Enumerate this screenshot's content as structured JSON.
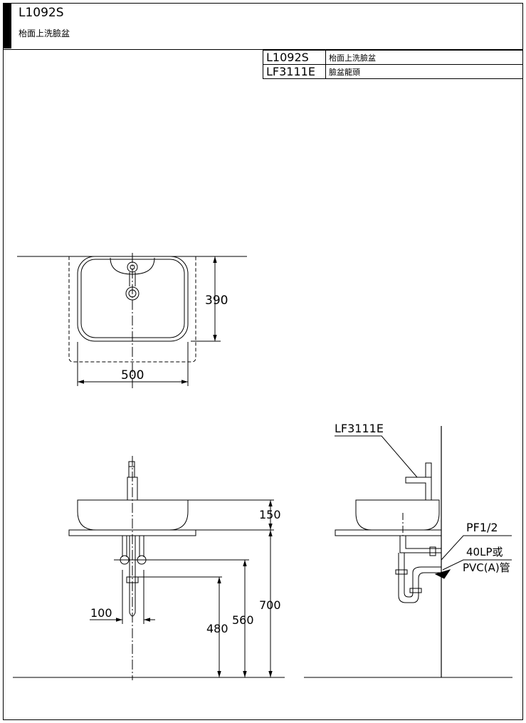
{
  "header": {
    "model": "L1092S",
    "name": "枱面上洗臉盆"
  },
  "parts_table": [
    {
      "code": "L1092S",
      "desc": "枱面上洗臉盆"
    },
    {
      "code": "LF3111E",
      "desc": "臉盆龍頭"
    }
  ],
  "dims": {
    "top_depth": "390",
    "top_width": "500",
    "basin_height": "150",
    "drain_spacing": "100",
    "height_480": "480",
    "height_560": "560",
    "height_700": "700"
  },
  "callouts": {
    "faucet": "LF3111E",
    "supply": "PF1/2",
    "drain_line1": "40LP或",
    "drain_line2": "PVC(A)管"
  }
}
